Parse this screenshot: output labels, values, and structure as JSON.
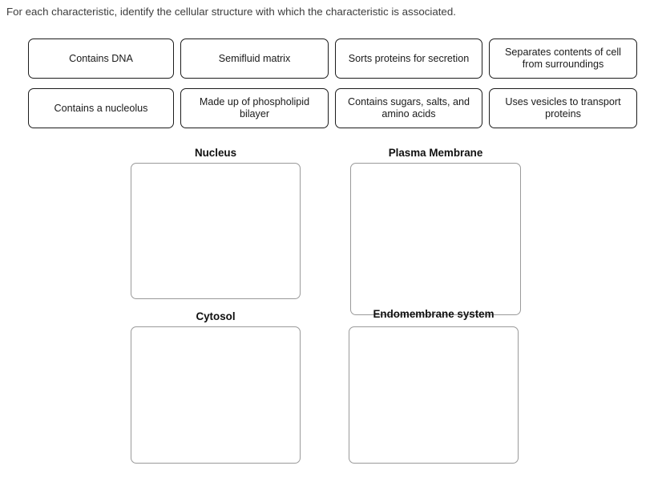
{
  "prompt": {
    "text": "For each characteristic, identify the cellular structure with which the characteristic is associated."
  },
  "tile_bank": {
    "rows": [
      [
        {
          "label": "Contains DNA"
        },
        {
          "label": "Semifluid matrix"
        },
        {
          "label": "Sorts proteins for secretion"
        },
        {
          "label": "Separates contents of cell from surroundings"
        }
      ],
      [
        {
          "label": "Contains a nucleolus"
        },
        {
          "label": "Made up of phospholipid bilayer"
        },
        {
          "label": "Contains sugars, salts, and amino acids"
        },
        {
          "label": "Uses vesicles to transport proteins"
        }
      ]
    ]
  },
  "zones": [
    {
      "label": "Nucleus",
      "items": []
    },
    {
      "label": "Plasma Membrane",
      "items": []
    },
    {
      "label": "Cytosol",
      "items": []
    },
    {
      "label": "Endomembrane system",
      "items": []
    }
  ],
  "colors": {
    "page_background": "#ffffff",
    "tile_border": "#1c1c1c",
    "tile_text": "#1a1a1a",
    "dropzone_border": "#9a9a9a",
    "prompt_text": "#3c3c3c",
    "zone_label_text": "#101010"
  }
}
